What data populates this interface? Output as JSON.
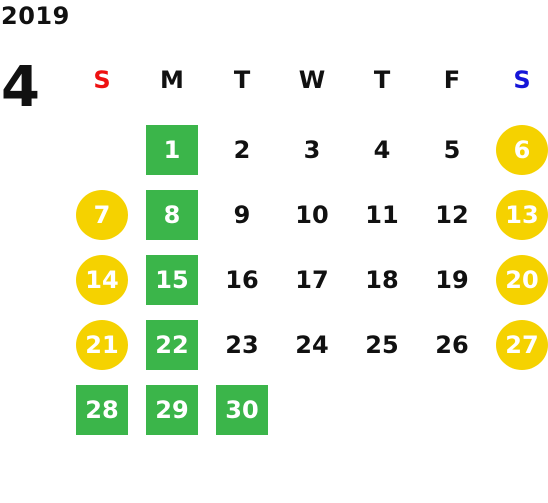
{
  "year": "2019",
  "month": "4",
  "weekdays": [
    "S",
    "M",
    "T",
    "W",
    "T",
    "F",
    "S"
  ],
  "colors": {
    "holiday_green": "#3bb54a",
    "weekend_yellow": "#f5d200",
    "sunday_label": "#ee1111",
    "saturday_label": "#1515d8"
  },
  "weeks": [
    [
      null,
      {
        "day": "1",
        "style": "green"
      },
      {
        "day": "2",
        "style": "plain"
      },
      {
        "day": "3",
        "style": "plain"
      },
      {
        "day": "4",
        "style": "plain"
      },
      {
        "day": "5",
        "style": "plain"
      },
      {
        "day": "6",
        "style": "yellow"
      }
    ],
    [
      {
        "day": "7",
        "style": "yellow"
      },
      {
        "day": "8",
        "style": "green"
      },
      {
        "day": "9",
        "style": "plain"
      },
      {
        "day": "10",
        "style": "plain"
      },
      {
        "day": "11",
        "style": "plain"
      },
      {
        "day": "12",
        "style": "plain"
      },
      {
        "day": "13",
        "style": "yellow"
      }
    ],
    [
      {
        "day": "14",
        "style": "yellow"
      },
      {
        "day": "15",
        "style": "green"
      },
      {
        "day": "16",
        "style": "plain"
      },
      {
        "day": "17",
        "style": "plain"
      },
      {
        "day": "18",
        "style": "plain"
      },
      {
        "day": "19",
        "style": "plain"
      },
      {
        "day": "20",
        "style": "yellow"
      }
    ],
    [
      {
        "day": "21",
        "style": "yellow"
      },
      {
        "day": "22",
        "style": "green"
      },
      {
        "day": "23",
        "style": "plain"
      },
      {
        "day": "24",
        "style": "plain"
      },
      {
        "day": "25",
        "style": "plain"
      },
      {
        "day": "26",
        "style": "plain"
      },
      {
        "day": "27",
        "style": "yellow"
      }
    ],
    [
      {
        "day": "28",
        "style": "green"
      },
      {
        "day": "29",
        "style": "green"
      },
      {
        "day": "30",
        "style": "green"
      },
      null,
      null,
      null,
      null
    ]
  ]
}
